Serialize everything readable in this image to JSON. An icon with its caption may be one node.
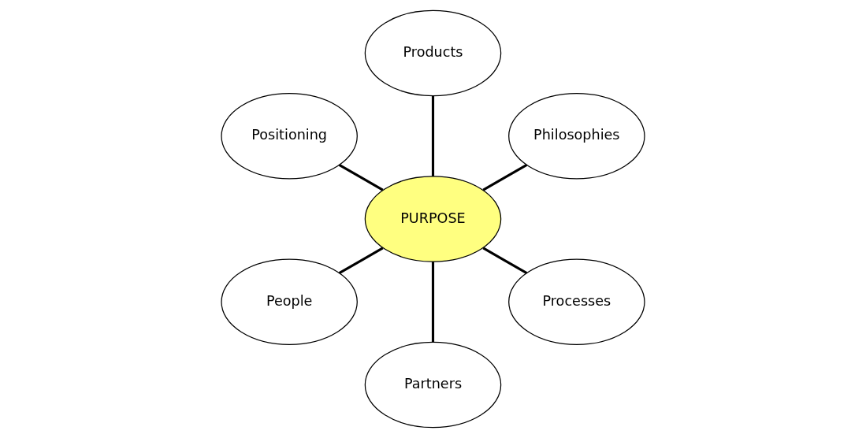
{
  "diagram": {
    "nodes": [
      {
        "text": [
          "Philosophies"
        ]
      },
      {
        "text": [
          "Products"
        ]
      },
      {
        "text": [
          "Positioning"
        ]
      },
      {
        "text": [
          "PURPOSE"
        ]
      },
      {
        "text": [
          "People"
        ]
      },
      {
        "text": [
          "Partners"
        ]
      },
      {
        "text": [
          "Processes"
        ]
      }
    ],
    "edges": [
      {
        "from": 3,
        "to": 0,
        "arrow": "none"
      },
      {
        "from": 3,
        "to": 1,
        "arrow": "none"
      },
      {
        "from": 3,
        "to": 2,
        "arrow": "none"
      },
      {
        "from": 3,
        "to": 4,
        "arrow": "none"
      },
      {
        "from": 3,
        "to": 5,
        "arrow": "none"
      },
      {
        "from": 3,
        "to": 6,
        "arrow": "none"
      }
    ]
  }
}
